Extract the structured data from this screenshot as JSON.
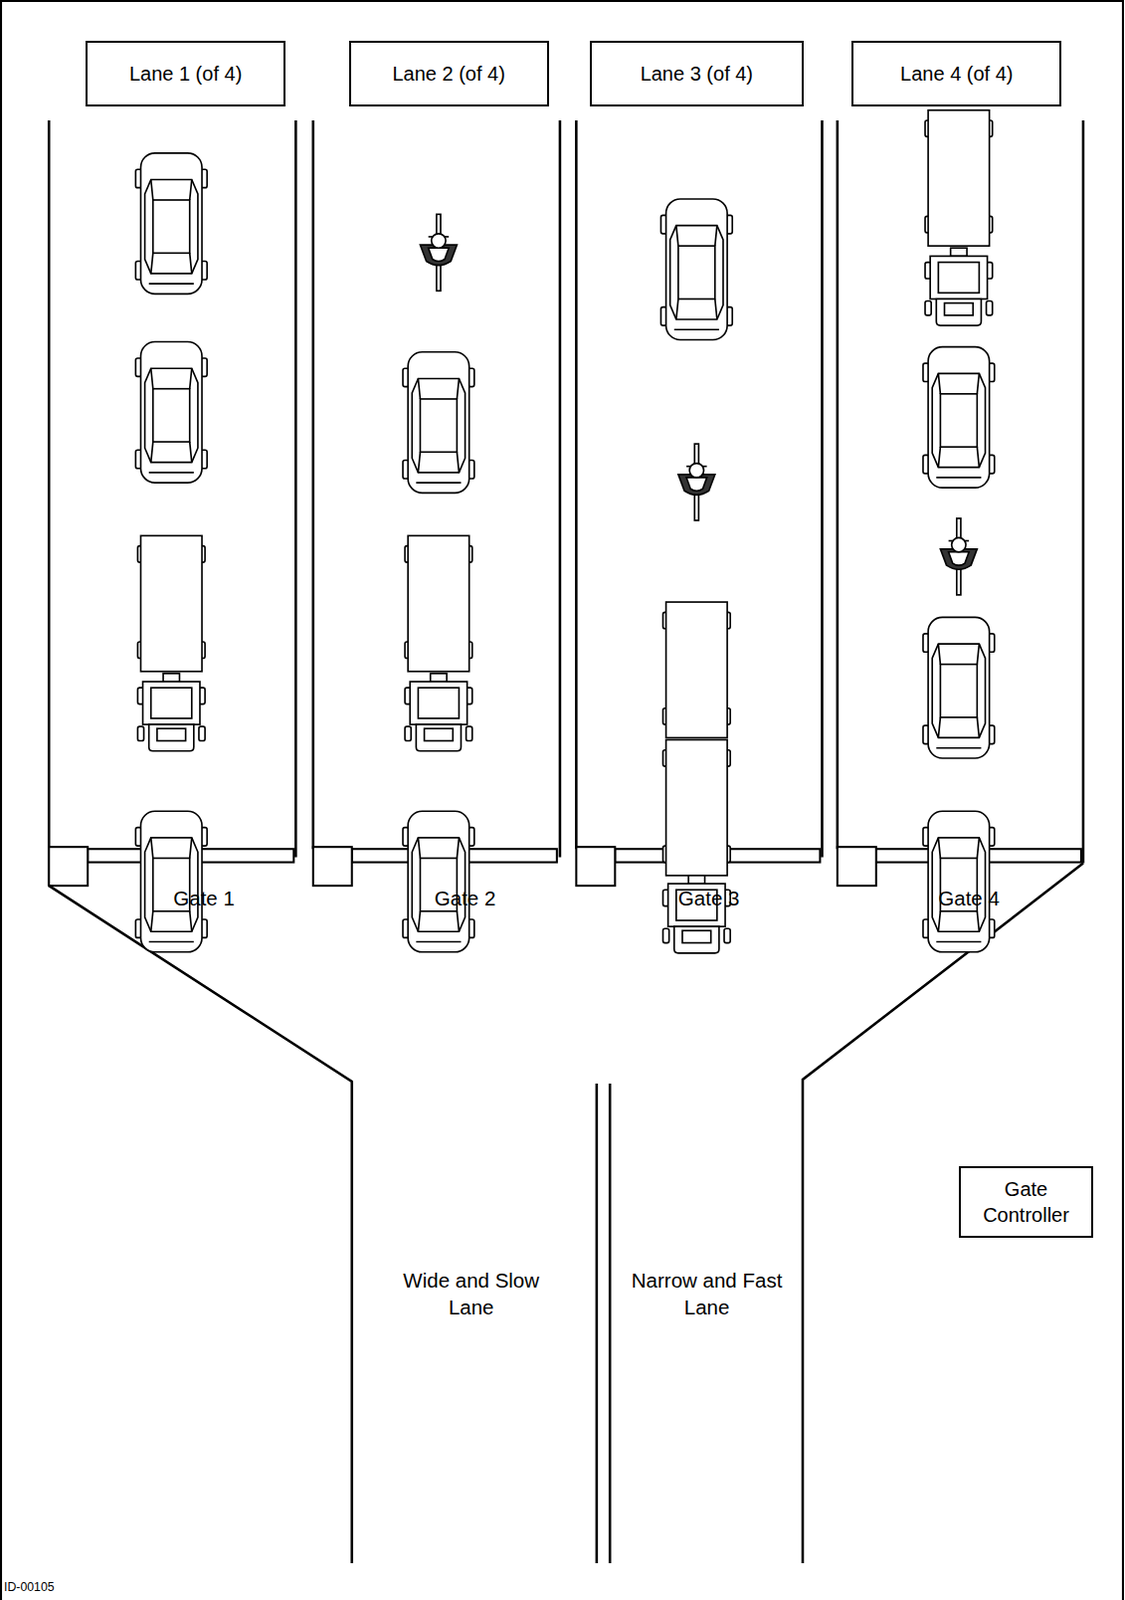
{
  "diagram": {
    "nodes": [
      {
        "text": [
          "Lane 1 (of 4)"
        ]
      },
      {
        "text": [
          "Lane 2 (of 4)"
        ]
      },
      {
        "text": [
          "Lane 3 (of 4)"
        ]
      },
      {
        "text": [
          "Lane 4 (of 4)"
        ]
      },
      {
        "text": [
          "Gate Controller"
        ]
      }
    ],
    "labels": [
      "Gate 1",
      "Gate 2",
      "Gate 3",
      "Gate 4",
      "Wide and Slow Lane",
      "Narrow and Fast Lane",
      "ID-00105"
    ]
  }
}
